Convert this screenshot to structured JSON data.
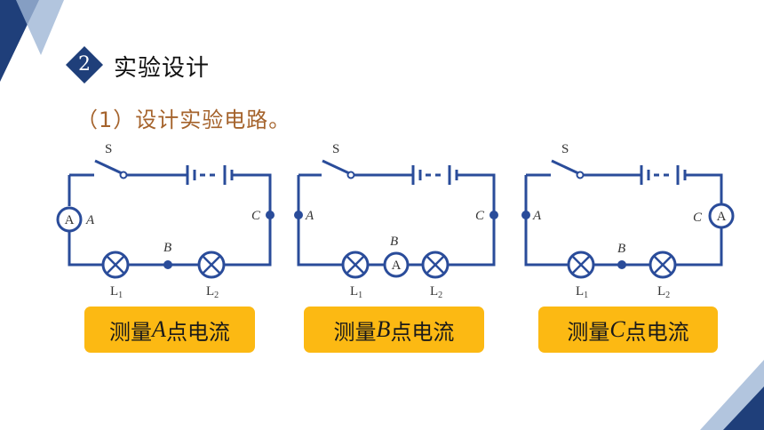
{
  "section": {
    "number": "2",
    "title": "实验设计"
  },
  "subtitle": "（1）设计实验电路。",
  "circuits": [
    {
      "switch_label": "S",
      "node_a": "A",
      "node_b": "B",
      "node_c": "C",
      "lamp1": "L",
      "lamp1_sub": "1",
      "lamp2": "L",
      "lamp2_sub": "2",
      "ammeter": "A"
    },
    {
      "switch_label": "S",
      "node_a": "A",
      "node_b": "B",
      "node_c": "C",
      "lamp1": "L",
      "lamp1_sub": "1",
      "lamp2": "L",
      "lamp2_sub": "2",
      "ammeter": "A"
    },
    {
      "switch_label": "S",
      "node_a": "A",
      "node_b": "B",
      "node_c": "C",
      "lamp1": "L",
      "lamp1_sub": "1",
      "lamp2": "L",
      "lamp2_sub": "2",
      "ammeter": "A"
    }
  ],
  "labels": [
    {
      "pre": "测量",
      "point": "A",
      "post": "点电流"
    },
    {
      "pre": "测量",
      "point": "B",
      "post": "点电流"
    },
    {
      "pre": "测量",
      "point": "C",
      "post": "点电流"
    }
  ],
  "colors": {
    "wire": "#2a4c9a",
    "badge": "#1f3f7a",
    "label_bg": "#fcb913",
    "subtitle": "#a5632c",
    "deco_dark": "#1f3f7a",
    "deco_light": "#9fb6d6"
  }
}
